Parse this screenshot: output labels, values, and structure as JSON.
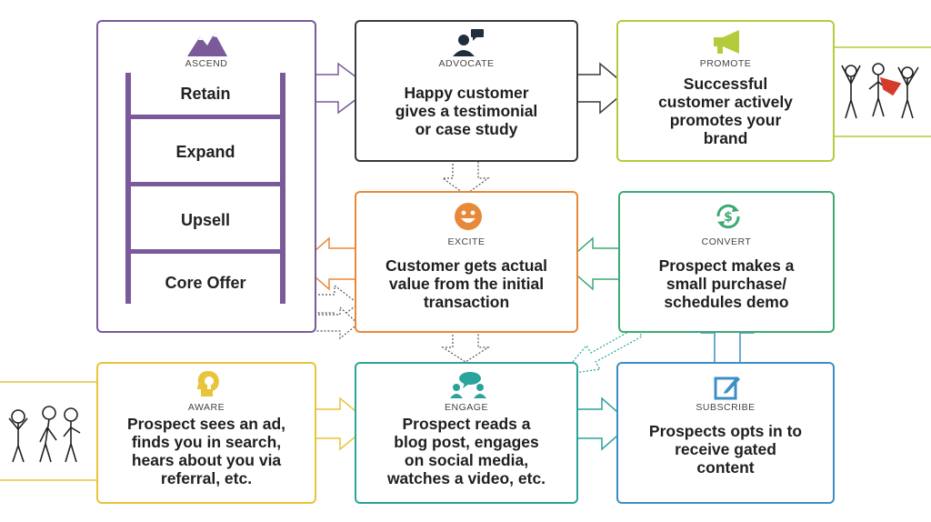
{
  "colors": {
    "ascend": "#7b5a9b",
    "advocate": "#3a3a3a",
    "promote": "#b4cc3c",
    "excite": "#e8893a",
    "convert": "#3daa74",
    "aware": "#e8c43a",
    "engage": "#2aa39a",
    "subscribe": "#3c8fc4"
  },
  "icons": {
    "ascend": "mountains-icon",
    "advocate": "speaking-person-icon",
    "promote": "megaphone-icon",
    "excite": "smiley-icon",
    "convert": "dollar-cycle-icon",
    "aware": "lightbulb-head-icon",
    "engage": "chat-people-icon",
    "subscribe": "edit-pencil-icon"
  },
  "stages": {
    "ascend": {
      "label": "ASCEND",
      "rungs": [
        "Retain",
        "Expand",
        "Upsell",
        "Core Offer"
      ]
    },
    "advocate": {
      "label": "ADVOCATE",
      "lines": [
        "Happy customer",
        "gives a testimonial",
        "or case study"
      ]
    },
    "promote": {
      "label": "PROMOTE",
      "lines": [
        "Successful",
        "customer actively",
        "promotes your",
        "brand"
      ]
    },
    "excite": {
      "label": "EXCITE",
      "lines": [
        "Customer gets actual",
        "value from the initial",
        "transaction"
      ]
    },
    "convert": {
      "label": "CONVERT",
      "lines": [
        "Prospect makes a",
        "small purchase/",
        "schedules demo"
      ]
    },
    "aware": {
      "label": "AWARE",
      "lines": [
        "Prospect sees an ad,",
        "finds you in search,",
        "hears about you via",
        "referral, etc."
      ]
    },
    "engage": {
      "label": "ENGAGE",
      "lines": [
        "Prospect reads a",
        "blog post, engages",
        "on social media,",
        "watches a video, etc."
      ]
    },
    "subscribe": {
      "label": "SUBSCRIBE",
      "lines": [
        "Prospects opts in to",
        "receive gated",
        "content"
      ]
    }
  }
}
